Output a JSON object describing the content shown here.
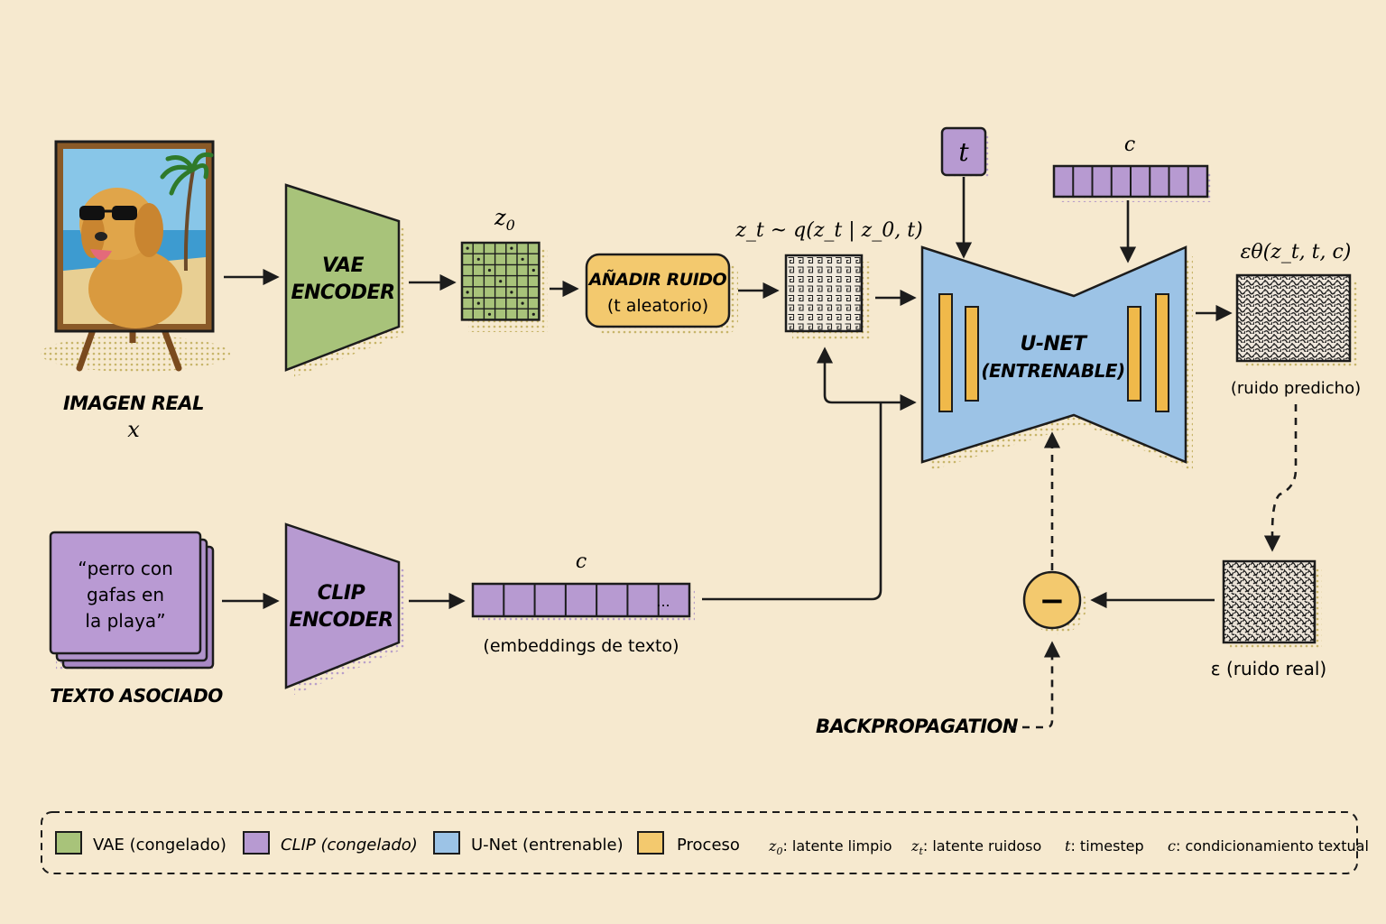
{
  "colors": {
    "background": "#f6e9cf",
    "vae": "#a8c37a",
    "clip": "#b79ad1",
    "unet": "#9cc3e6",
    "process": "#f3c96e",
    "outline": "#1c1c1c"
  },
  "image_block": {
    "title": "IMAGEN REAL",
    "symbol": "x"
  },
  "text_block": {
    "caption_lines": [
      "“perro con",
      "gafas en",
      "la playa”"
    ],
    "title": "TEXTO ASOCIADO"
  },
  "vae_encoder": {
    "line1": "VAE",
    "line2": "ENCODER"
  },
  "clip_encoder": {
    "line1": "CLIP",
    "line2": "ENCODER"
  },
  "z0_label": "z",
  "z0_sub": "0",
  "add_noise": {
    "line1": "AÑADIR RUIDO",
    "line2": "(t aleatorio)"
  },
  "zt_label": "z_t ~ q(z_t | z_0, t)",
  "t_box": "t",
  "c_top_label": "c",
  "c_bottom_label": "c",
  "c_ellipsis": "...",
  "embeddings_label": "(embeddings de texto)",
  "unet": {
    "line1": "U-NET",
    "line2": "(ENTRENABLE)"
  },
  "eps_pred_label": "εθ(z_t, t, c)",
  "pred_noise_caption": "(ruido predicho)",
  "real_noise_caption": "ε (ruido real)",
  "minus_symbol": "−",
  "backprop_label": "BACKPROPAGATION",
  "legend": {
    "items": [
      {
        "label": "VAE (congelado)",
        "color": "#a8c37a"
      },
      {
        "label": "CLIP (congelado)",
        "color": "#b79ad1"
      },
      {
        "label": "U-Net (entrenable)",
        "color": "#9cc3e6"
      },
      {
        "label": "Proceso",
        "color": "#f3c96e"
      }
    ],
    "notation": [
      {
        "symbol": "z",
        "sub": "0",
        "text": ": latente limpio"
      },
      {
        "symbol": "z",
        "sub": "t",
        "text": ": latente ruidoso"
      },
      {
        "symbol": "t",
        "sub": "",
        "text": ": timestep"
      },
      {
        "symbol": "c",
        "sub": "",
        "text": ": condicionamiento textual"
      }
    ]
  }
}
